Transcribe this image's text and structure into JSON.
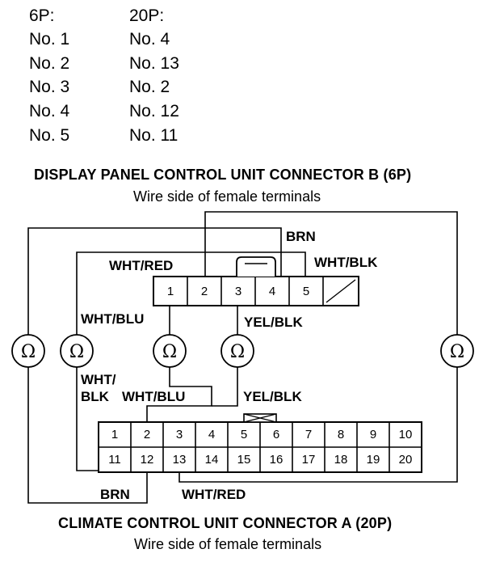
{
  "pin_map": {
    "header_left": "6P:",
    "header_right": "20P:",
    "rows": [
      {
        "left": "No. 1",
        "right": "No. 4"
      },
      {
        "left": "No. 2",
        "right": "No. 13"
      },
      {
        "left": "No. 3",
        "right": "No. 2"
      },
      {
        "left": "No. 4",
        "right": "No. 12"
      },
      {
        "left": "No. 5",
        "right": "No. 11"
      }
    ]
  },
  "connector_b": {
    "title": "DISPLAY PANEL CONTROL UNIT CONNECTOR B (6P)",
    "subtitle": "Wire side of female terminals",
    "pins": [
      "1",
      "2",
      "3",
      "4",
      "5"
    ]
  },
  "connector_a": {
    "title": "CLIMATE CONTROL UNIT CONNECTOR A (20P)",
    "subtitle": "Wire side of female terminals",
    "top_row": [
      "1",
      "2",
      "3",
      "4",
      "5",
      "6",
      "7",
      "8",
      "9",
      "10"
    ],
    "bottom_row": [
      "11",
      "12",
      "13",
      "14",
      "15",
      "16",
      "17",
      "18",
      "19",
      "20"
    ]
  },
  "wire_labels": {
    "brn_top": "BRN",
    "wht_red_top": "WHT/RED",
    "wht_blk_top": "WHT/BLK",
    "wht_blu_top": "WHT/BLU",
    "yel_blk_top": "YEL/BLK",
    "wht_blk_left_1": "WHT/",
    "wht_blk_left_2": "BLK",
    "wht_blu_mid": "WHT/BLU",
    "yel_blk_mid": "YEL/BLK",
    "brn_bottom": "BRN",
    "wht_red_bottom": "WHT/RED"
  },
  "meter_symbol": "Ω"
}
